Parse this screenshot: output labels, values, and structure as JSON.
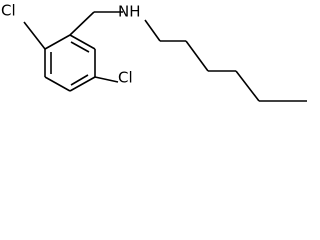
{
  "structure": {
    "atoms": {
      "chlorine_top": "Cl",
      "amine_nitrogen": "NH",
      "chlorine_bottom": "Cl"
    },
    "colors": {
      "bond": "#000000",
      "text": "#000000",
      "background": "#ffffff"
    }
  }
}
